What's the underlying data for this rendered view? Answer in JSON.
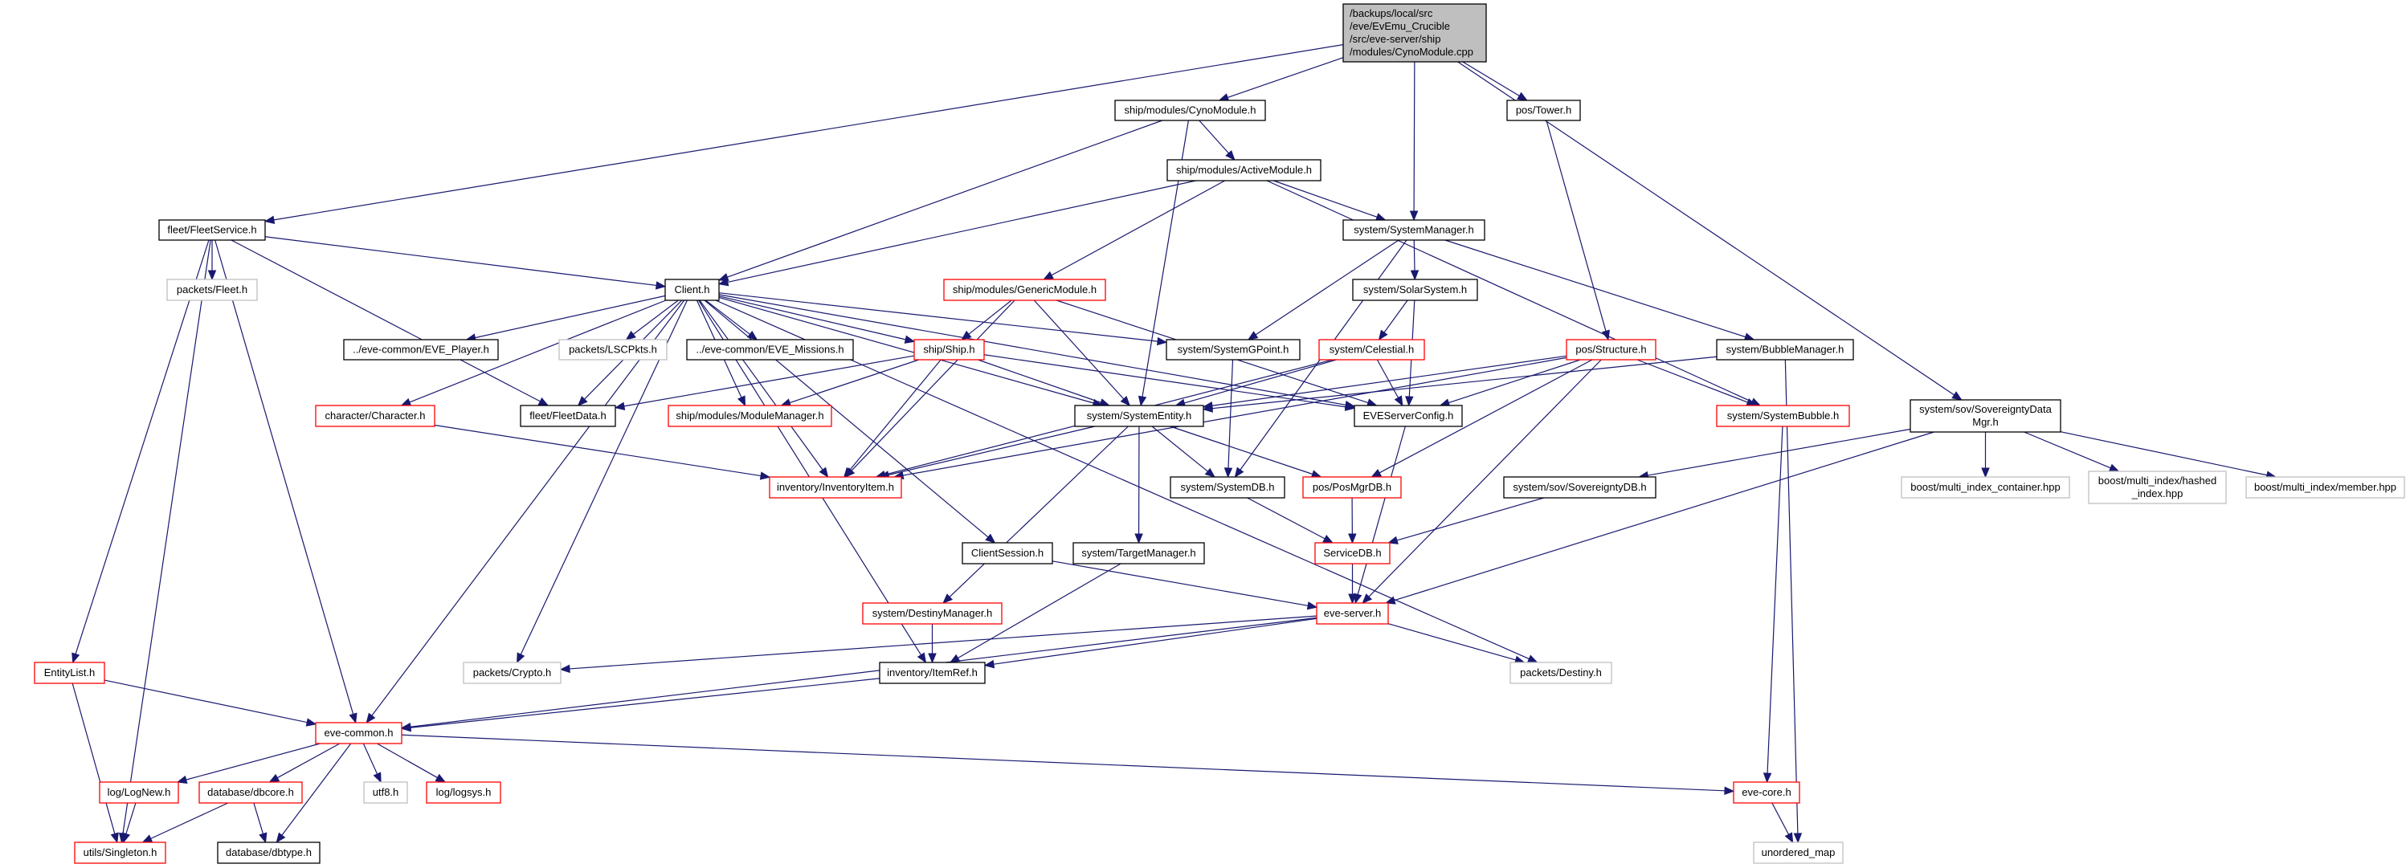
{
  "colors": {
    "edge": "#191970",
    "normal_border": "#000000",
    "incomplete_border": "#ff0000",
    "undocumented_border": "#bfbfbf",
    "root_fill": "#bfbfbf"
  },
  "nodes": [
    {
      "id": "root",
      "style": "root",
      "lines": [
        "/backups/local/src",
        "/eve/EvEmu_Crucible",
        "/src/eve-server/ship",
        "/modules/CynoModule.cpp"
      ]
    },
    {
      "id": "cyno",
      "style": "normal",
      "lines": [
        "ship/modules/CynoModule.h"
      ]
    },
    {
      "id": "tower",
      "style": "normal",
      "lines": [
        "pos/Tower.h"
      ]
    },
    {
      "id": "active",
      "style": "normal",
      "lines": [
        "ship/modules/ActiveModule.h"
      ]
    },
    {
      "id": "fleetsvc",
      "style": "normal",
      "lines": [
        "fleet/FleetService.h"
      ]
    },
    {
      "id": "sysmgr",
      "style": "normal",
      "lines": [
        "system/SystemManager.h"
      ]
    },
    {
      "id": "pfleet",
      "style": "gray",
      "lines": [
        "packets/Fleet.h"
      ]
    },
    {
      "id": "client",
      "style": "normal",
      "lines": [
        "Client.h"
      ]
    },
    {
      "id": "generic",
      "style": "red",
      "lines": [
        "ship/modules/GenericModule.h"
      ]
    },
    {
      "id": "solar",
      "style": "normal",
      "lines": [
        "system/SolarSystem.h"
      ]
    },
    {
      "id": "player",
      "style": "normal",
      "lines": [
        "../eve-common/EVE_Player.h"
      ]
    },
    {
      "id": "lsc",
      "style": "gray",
      "lines": [
        "packets/LSCPkts.h"
      ]
    },
    {
      "id": "missions",
      "style": "normal",
      "lines": [
        "../eve-common/EVE_Missions.h"
      ]
    },
    {
      "id": "ship",
      "style": "red",
      "lines": [
        "ship/Ship.h"
      ]
    },
    {
      "id": "gpoint",
      "style": "normal",
      "lines": [
        "system/SystemGPoint.h"
      ]
    },
    {
      "id": "celestial",
      "style": "red",
      "lines": [
        "system/Celestial.h"
      ]
    },
    {
      "id": "structure",
      "style": "red",
      "lines": [
        "pos/Structure.h"
      ]
    },
    {
      "id": "bubblemgr",
      "style": "normal",
      "lines": [
        "system/BubbleManager.h"
      ]
    },
    {
      "id": "character",
      "style": "red",
      "lines": [
        "character/Character.h"
      ]
    },
    {
      "id": "fleetdata",
      "style": "normal",
      "lines": [
        "fleet/FleetData.h"
      ]
    },
    {
      "id": "modmgr",
      "style": "red",
      "lines": [
        "ship/modules/ModuleManager.h"
      ]
    },
    {
      "id": "sysentity",
      "style": "normal",
      "lines": [
        "system/SystemEntity.h"
      ]
    },
    {
      "id": "svrconfig",
      "style": "normal",
      "lines": [
        "EVEServerConfig.h"
      ]
    },
    {
      "id": "sysbubble",
      "style": "red",
      "lines": [
        "system/SystemBubble.h"
      ]
    },
    {
      "id": "sovmgr",
      "style": "normal",
      "lines": [
        "system/sov/SovereigntyData",
        "Mgr.h"
      ]
    },
    {
      "id": "invitem",
      "style": "red",
      "lines": [
        "inventory/InventoryItem.h"
      ]
    },
    {
      "id": "sysdb",
      "style": "normal",
      "lines": [
        "system/SystemDB.h"
      ]
    },
    {
      "id": "posmgrdb",
      "style": "red",
      "lines": [
        "pos/PosMgrDB.h"
      ]
    },
    {
      "id": "sovdb",
      "style": "normal",
      "lines": [
        "system/sov/SovereigntyDB.h"
      ]
    },
    {
      "id": "micontainer",
      "style": "gray",
      "lines": [
        "boost/multi_index_container.hpp"
      ]
    },
    {
      "id": "mihashed",
      "style": "gray",
      "lines": [
        "boost/multi_index/hashed",
        "_index.hpp"
      ]
    },
    {
      "id": "mimember",
      "style": "gray",
      "lines": [
        "boost/multi_index/member.hpp"
      ]
    },
    {
      "id": "session",
      "style": "normal",
      "lines": [
        "ClientSession.h"
      ]
    },
    {
      "id": "targetmgr",
      "style": "normal",
      "lines": [
        "system/TargetManager.h"
      ]
    },
    {
      "id": "servicedb",
      "style": "red",
      "lines": [
        "ServiceDB.h"
      ]
    },
    {
      "id": "destinymgr",
      "style": "red",
      "lines": [
        "system/DestinyManager.h"
      ]
    },
    {
      "id": "eveserver",
      "style": "red",
      "lines": [
        "eve-server.h"
      ]
    },
    {
      "id": "entitylist",
      "style": "red",
      "lines": [
        "EntityList.h"
      ]
    },
    {
      "id": "crypto",
      "style": "gray",
      "lines": [
        "packets/Crypto.h"
      ]
    },
    {
      "id": "itemref",
      "style": "normal",
      "lines": [
        "inventory/ItemRef.h"
      ]
    },
    {
      "id": "destiny",
      "style": "gray",
      "lines": [
        "packets/Destiny.h"
      ]
    },
    {
      "id": "evecommon",
      "style": "red",
      "lines": [
        "eve-common.h"
      ]
    },
    {
      "id": "lognew",
      "style": "red",
      "lines": [
        "log/LogNew.h"
      ]
    },
    {
      "id": "dbcore",
      "style": "red",
      "lines": [
        "database/dbcore.h"
      ]
    },
    {
      "id": "utf8",
      "style": "gray",
      "lines": [
        "utf8.h"
      ]
    },
    {
      "id": "logsys",
      "style": "red",
      "lines": [
        "log/logsys.h"
      ]
    },
    {
      "id": "evecore",
      "style": "red",
      "lines": [
        "eve-core.h"
      ]
    },
    {
      "id": "singleton",
      "style": "red",
      "lines": [
        "utils/Singleton.h"
      ]
    },
    {
      "id": "dbtype",
      "style": "normal",
      "lines": [
        "database/dbtype.h"
      ]
    },
    {
      "id": "umap",
      "style": "gray",
      "lines": [
        "unordered_map"
      ]
    }
  ],
  "edges": [
    [
      "root",
      "fleetsvc"
    ],
    [
      "root",
      "cyno"
    ],
    [
      "root",
      "sysmgr"
    ],
    [
      "root",
      "tower"
    ],
    [
      "root",
      "sovmgr"
    ],
    [
      "cyno",
      "client"
    ],
    [
      "cyno",
      "active"
    ],
    [
      "cyno",
      "sysentity"
    ],
    [
      "active",
      "client"
    ],
    [
      "active",
      "generic"
    ],
    [
      "active",
      "sysmgr"
    ],
    [
      "active",
      "sysbubble"
    ],
    [
      "fleetsvc",
      "pfleet"
    ],
    [
      "fleetsvc",
      "client"
    ],
    [
      "fleetsvc",
      "fleetdata"
    ],
    [
      "fleetsvc",
      "entitylist"
    ],
    [
      "fleetsvc",
      "evecommon"
    ],
    [
      "fleetsvc",
      "singleton"
    ],
    [
      "sysmgr",
      "gpoint"
    ],
    [
      "sysmgr",
      "solar"
    ],
    [
      "sysmgr",
      "bubblemgr"
    ],
    [
      "sysmgr",
      "sysdb"
    ],
    [
      "solar",
      "celestial"
    ],
    [
      "solar",
      "svrconfig"
    ],
    [
      "tower",
      "structure"
    ],
    [
      "client",
      "player"
    ],
    [
      "client",
      "lsc"
    ],
    [
      "client",
      "missions"
    ],
    [
      "client",
      "ship"
    ],
    [
      "client",
      "gpoint"
    ],
    [
      "client",
      "sysentity"
    ],
    [
      "client",
      "character"
    ],
    [
      "client",
      "modmgr"
    ],
    [
      "client",
      "fleetdata"
    ],
    [
      "client",
      "invitem"
    ],
    [
      "client",
      "session"
    ],
    [
      "client",
      "crypto"
    ],
    [
      "client",
      "itemref"
    ],
    [
      "client",
      "svrconfig"
    ],
    [
      "client",
      "destiny"
    ],
    [
      "client",
      "evecommon"
    ],
    [
      "generic",
      "ship"
    ],
    [
      "generic",
      "sysentity"
    ],
    [
      "generic",
      "invitem"
    ],
    [
      "generic",
      "svrconfig"
    ],
    [
      "ship",
      "fleetdata"
    ],
    [
      "ship",
      "modmgr"
    ],
    [
      "ship",
      "sysentity"
    ],
    [
      "ship",
      "invitem"
    ],
    [
      "ship",
      "svrconfig"
    ],
    [
      "celestial",
      "sysentity"
    ],
    [
      "celestial",
      "invitem"
    ],
    [
      "celestial",
      "svrconfig"
    ],
    [
      "structure",
      "sysentity"
    ],
    [
      "structure",
      "svrconfig"
    ],
    [
      "structure",
      "sysbubble"
    ],
    [
      "structure",
      "posmgrdb"
    ],
    [
      "structure",
      "invitem"
    ],
    [
      "structure",
      "eveserver"
    ],
    [
      "bubblemgr",
      "sysentity"
    ],
    [
      "bubblemgr",
      "umap"
    ],
    [
      "gpoint",
      "sysdb"
    ],
    [
      "sysentity",
      "invitem"
    ],
    [
      "sysentity",
      "sysdb"
    ],
    [
      "sysentity",
      "posmgrdb"
    ],
    [
      "sysentity",
      "targetmgr"
    ],
    [
      "sysentity",
      "destinymgr"
    ],
    [
      "character",
      "invitem"
    ],
    [
      "sovmgr",
      "sovdb"
    ],
    [
      "sovmgr",
      "micontainer"
    ],
    [
      "sovmgr",
      "mihashed"
    ],
    [
      "sovmgr",
      "mimember"
    ],
    [
      "sovmgr",
      "eveserver"
    ],
    [
      "sysbubble",
      "evecore"
    ],
    [
      "svrconfig",
      "eveserver"
    ],
    [
      "sysdb",
      "servicedb"
    ],
    [
      "posmgrdb",
      "servicedb"
    ],
    [
      "sovdb",
      "servicedb"
    ],
    [
      "servicedb",
      "eveserver"
    ],
    [
      "session",
      "eveserver"
    ],
    [
      "targetmgr",
      "itemref"
    ],
    [
      "destinymgr",
      "itemref"
    ],
    [
      "eveserver",
      "crypto"
    ],
    [
      "eveserver",
      "itemref"
    ],
    [
      "eveserver",
      "destiny"
    ],
    [
      "eveserver",
      "evecommon"
    ],
    [
      "itemref",
      "evecommon"
    ],
    [
      "entitylist",
      "evecommon"
    ],
    [
      "entitylist",
      "singleton"
    ],
    [
      "evecommon",
      "lognew"
    ],
    [
      "evecommon",
      "dbcore"
    ],
    [
      "evecommon",
      "utf8"
    ],
    [
      "evecommon",
      "logsys"
    ],
    [
      "evecommon",
      "dbtype"
    ],
    [
      "evecommon",
      "evecore"
    ],
    [
      "lognew",
      "singleton"
    ],
    [
      "dbcore",
      "singleton"
    ],
    [
      "dbcore",
      "dbtype"
    ],
    [
      "evecore",
      "umap"
    ]
  ]
}
